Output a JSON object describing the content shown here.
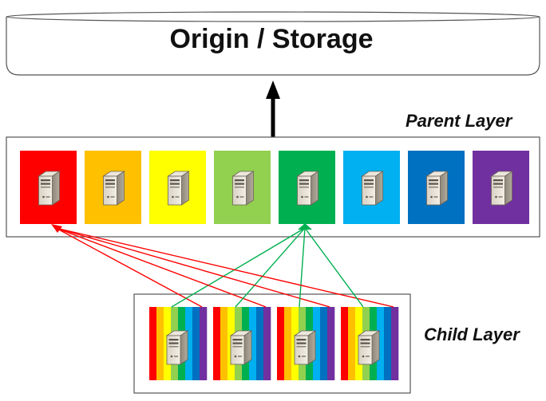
{
  "origin": {
    "title": "Origin / Storage"
  },
  "parent_layer": {
    "label": "Parent Layer",
    "servers": [
      {
        "color": "#ff0000"
      },
      {
        "color": "#ffc000"
      },
      {
        "color": "#ffff00"
      },
      {
        "color": "#92d050"
      },
      {
        "color": "#00b050"
      },
      {
        "color": "#00b0f0"
      },
      {
        "color": "#0070c0"
      },
      {
        "color": "#7030a0"
      }
    ]
  },
  "child_layer": {
    "label": "Child Layer",
    "server_count": 4
  },
  "connections": {
    "to_red_color": "#ff0000",
    "to_green_color": "#00b050"
  },
  "icons": {
    "server": "server-tower-icon"
  }
}
